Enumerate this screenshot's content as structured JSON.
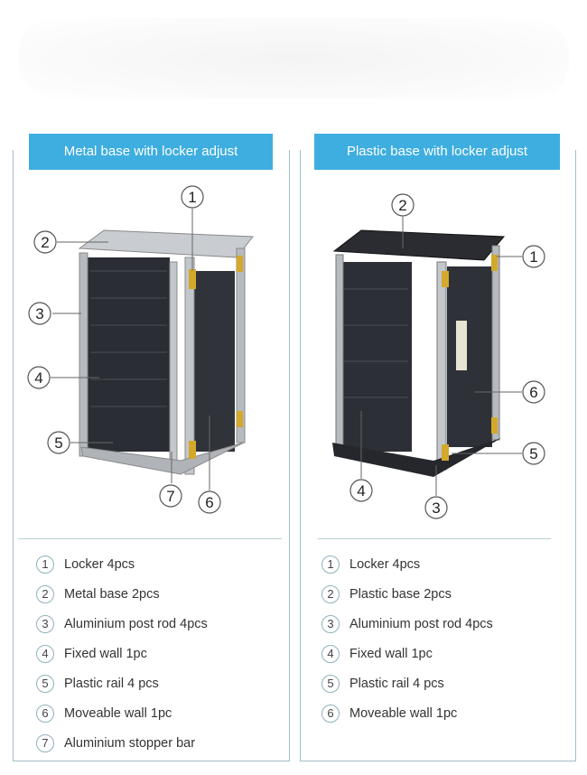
{
  "left": {
    "title": "Metal base with locker adjust",
    "items": [
      {
        "num": "1",
        "label": "Locker 4pcs"
      },
      {
        "num": "2",
        "label": "Metal base 2pcs"
      },
      {
        "num": "3",
        "label": "Aluminium post rod 4pcs"
      },
      {
        "num": "4",
        "label": "Fixed wall 1pc"
      },
      {
        "num": "5",
        "label": "Plastic rail 4 pcs"
      },
      {
        "num": "6",
        "label": "Moveable wall 1pc"
      },
      {
        "num": "7",
        "label": "Aluminium stopper bar"
      }
    ]
  },
  "right": {
    "title": "Plastic base with locker adjust",
    "items": [
      {
        "num": "1",
        "label": "Locker 4pcs"
      },
      {
        "num": "2",
        "label": "Plastic base 2pcs"
      },
      {
        "num": "3",
        "label": "Aluminium post rod 4pcs"
      },
      {
        "num": "4",
        "label": "Fixed wall 1pc"
      },
      {
        "num": "5",
        "label": "Plastic rail 4 pcs"
      },
      {
        "num": "6",
        "label": "Moveable wall 1pc"
      }
    ]
  },
  "colors": {
    "header": "#3eaee0",
    "border": "#9fbfc9"
  }
}
